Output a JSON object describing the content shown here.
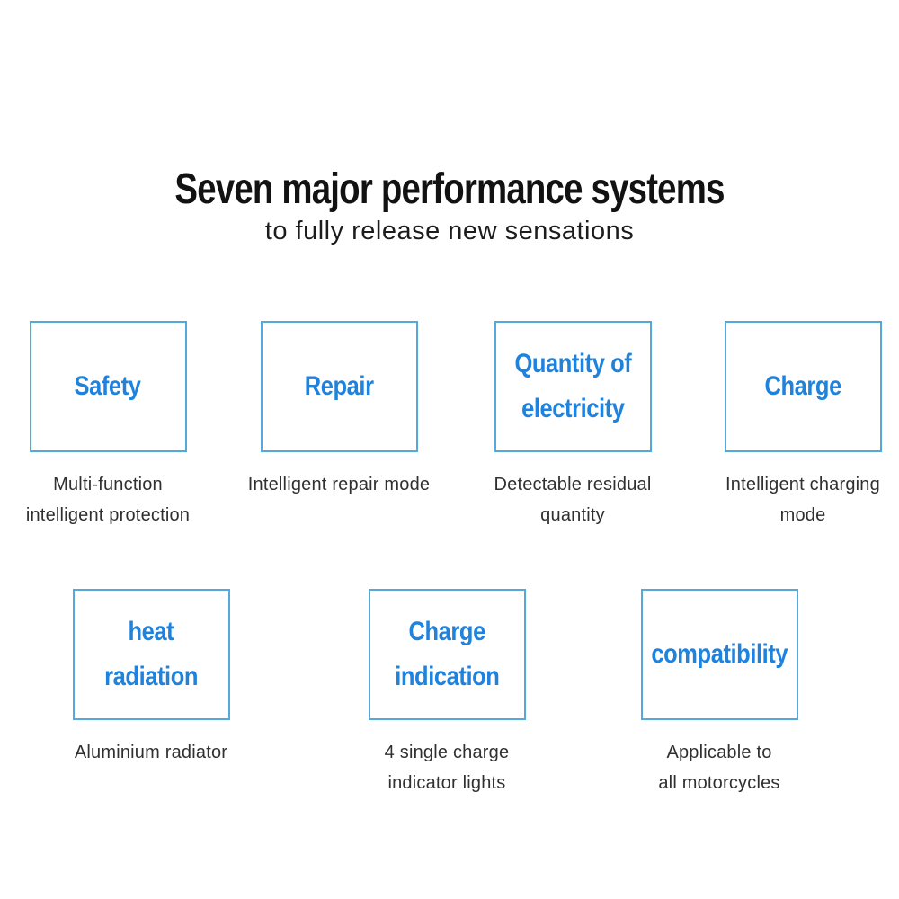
{
  "title": "Seven major performance systems",
  "subtitle": "to fully release new sensations",
  "colors": {
    "label_blue": "#1f82dd",
    "box_border_blue": "#54a9da",
    "title_color": "#121212",
    "caption_color": "#303030",
    "background": "#ffffff"
  },
  "features": [
    {
      "name": "safety",
      "label_lines": [
        "Safety"
      ],
      "caption_lines": [
        "Multi-function",
        "intelligent protection"
      ]
    },
    {
      "name": "repair",
      "label_lines": [
        "Repair"
      ],
      "caption_lines": [
        "Intelligent repair mode"
      ]
    },
    {
      "name": "quantity-of-electricity",
      "label_lines": [
        "Quantity of",
        "electricity"
      ],
      "caption_lines": [
        "Detectable residual",
        "quantity"
      ]
    },
    {
      "name": "charge",
      "label_lines": [
        "Charge"
      ],
      "caption_lines": [
        "Intelligent charging",
        "mode"
      ]
    },
    {
      "name": "heat-radiation",
      "label_lines": [
        "heat",
        "radiation"
      ],
      "caption_lines": [
        "Aluminium radiator"
      ]
    },
    {
      "name": "charge-indication",
      "label_lines": [
        "Charge",
        "indication"
      ],
      "caption_lines": [
        "4 single charge",
        "indicator lights"
      ]
    },
    {
      "name": "compatibility",
      "label_lines": [
        "compatibility"
      ],
      "caption_lines": [
        "Applicable to",
        "all motorcycles"
      ]
    }
  ]
}
